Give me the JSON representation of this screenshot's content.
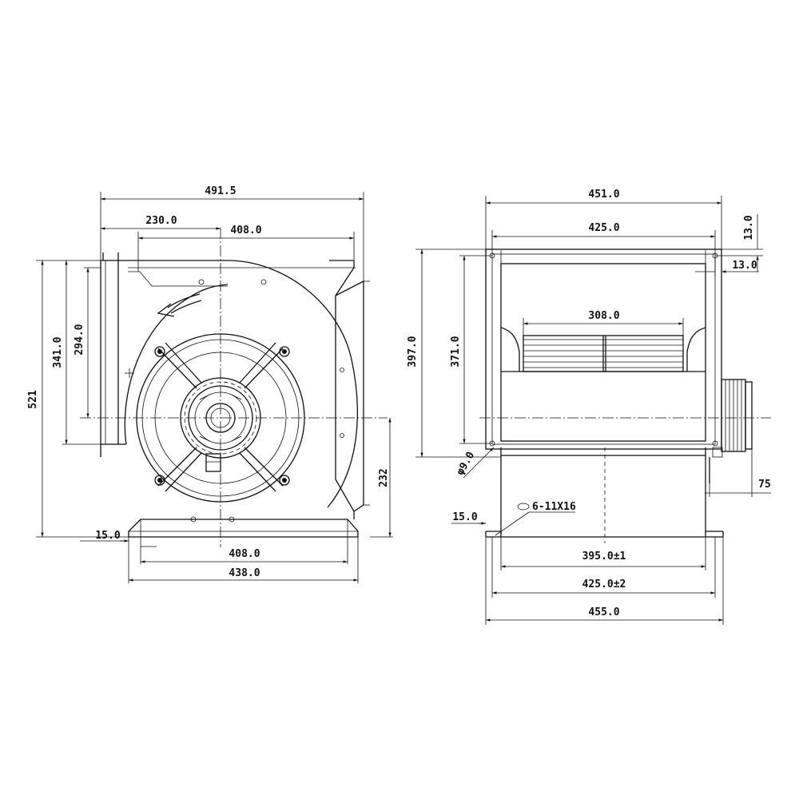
{
  "drawing": {
    "front_view": {
      "dims": {
        "overall_width": "491.5",
        "shaft_offset": "230.0",
        "top_outlet_width": "408.0",
        "overall_height": "521",
        "outlet_height_outer": "341.0",
        "outlet_height_inner": "294.0",
        "shaft_to_base": "232",
        "base_flange": "15.0",
        "base_width_inner": "408.0",
        "base_width_outer": "438.0"
      }
    },
    "side_view": {
      "dims": {
        "overall_width": "451.0",
        "flange_width": "425.0",
        "flange_top": "13.0",
        "flange_side": "13.0",
        "impeller_width": "308.0",
        "overall_height": "397.0",
        "outlet_height": "371.0",
        "hole_diameter": "φ9.0",
        "motor_projection": "75",
        "base_flange": "15.0",
        "slot_note": "6-11X16",
        "base_hole_spacing": "395.0±1",
        "base_slot_spacing": "425.0±2",
        "base_width": "455.0"
      }
    }
  }
}
